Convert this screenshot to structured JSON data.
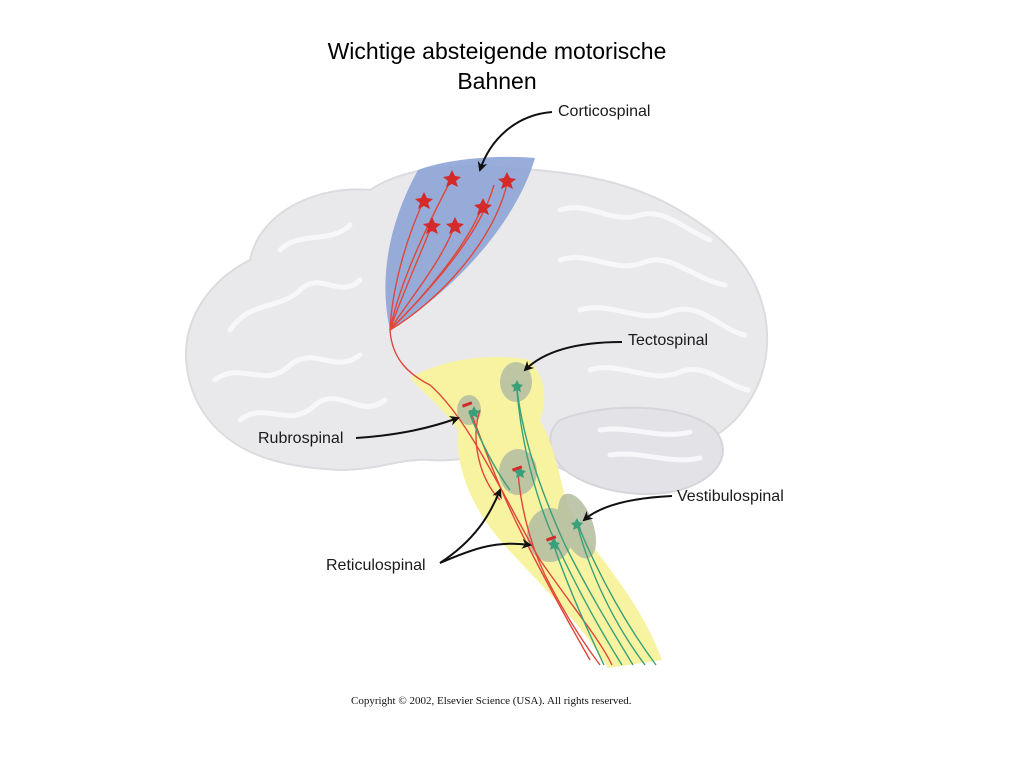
{
  "title": {
    "line1": "Wichtige absteigende motorische",
    "line2": "Bahnen"
  },
  "labels": {
    "corticospinal": "Corticospinal",
    "tectospinal": "Tectospinal",
    "rubrospinal": "Rubrospinal",
    "vestibulospinal": "Vestibulospinal",
    "reticulospinal": "Reticulospinal"
  },
  "copyright": "Copyright © 2002, Elsevier Science (USA). All rights reserved.",
  "colors": {
    "brain": "#e9e9ec",
    "motor_cortex": "#8ea4d6",
    "brainstem": "#f7f3a0",
    "nuclei": "#b7c0a3",
    "red_tract": "#e0463a",
    "green_tract": "#3aa07a"
  }
}
